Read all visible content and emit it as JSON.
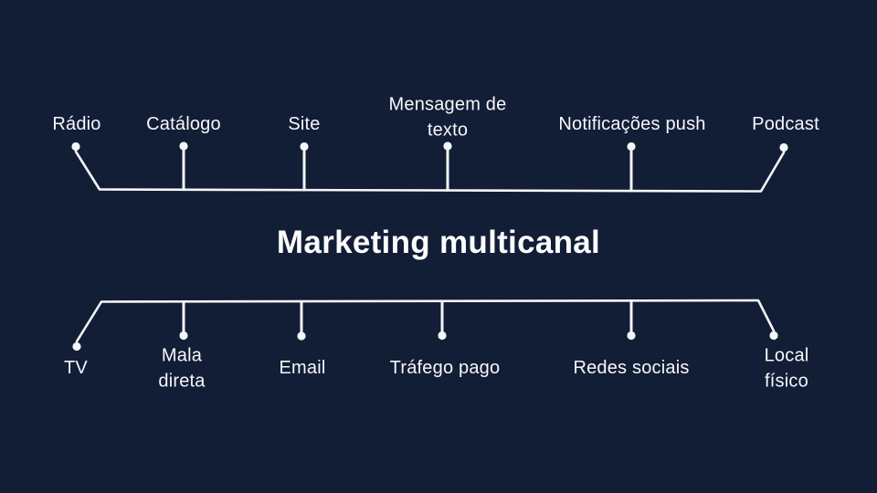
{
  "title": "Marketing multicanal",
  "colors": {
    "background": "#121D36",
    "line": "#F3F5F8",
    "text": "#F6F8FA"
  },
  "channels": {
    "top": [
      {
        "label": "Rádio"
      },
      {
        "label": "Catálogo"
      },
      {
        "label": "Site"
      },
      {
        "label": "Mensagem de texto"
      },
      {
        "label": "Notificações push"
      },
      {
        "label": "Podcast"
      }
    ],
    "bottom": [
      {
        "label": "TV"
      },
      {
        "label": "Mala direta"
      },
      {
        "label": "Email"
      },
      {
        "label": "Tráfego pago"
      },
      {
        "label": "Redes sociais"
      },
      {
        "label": "Local físico"
      }
    ]
  }
}
